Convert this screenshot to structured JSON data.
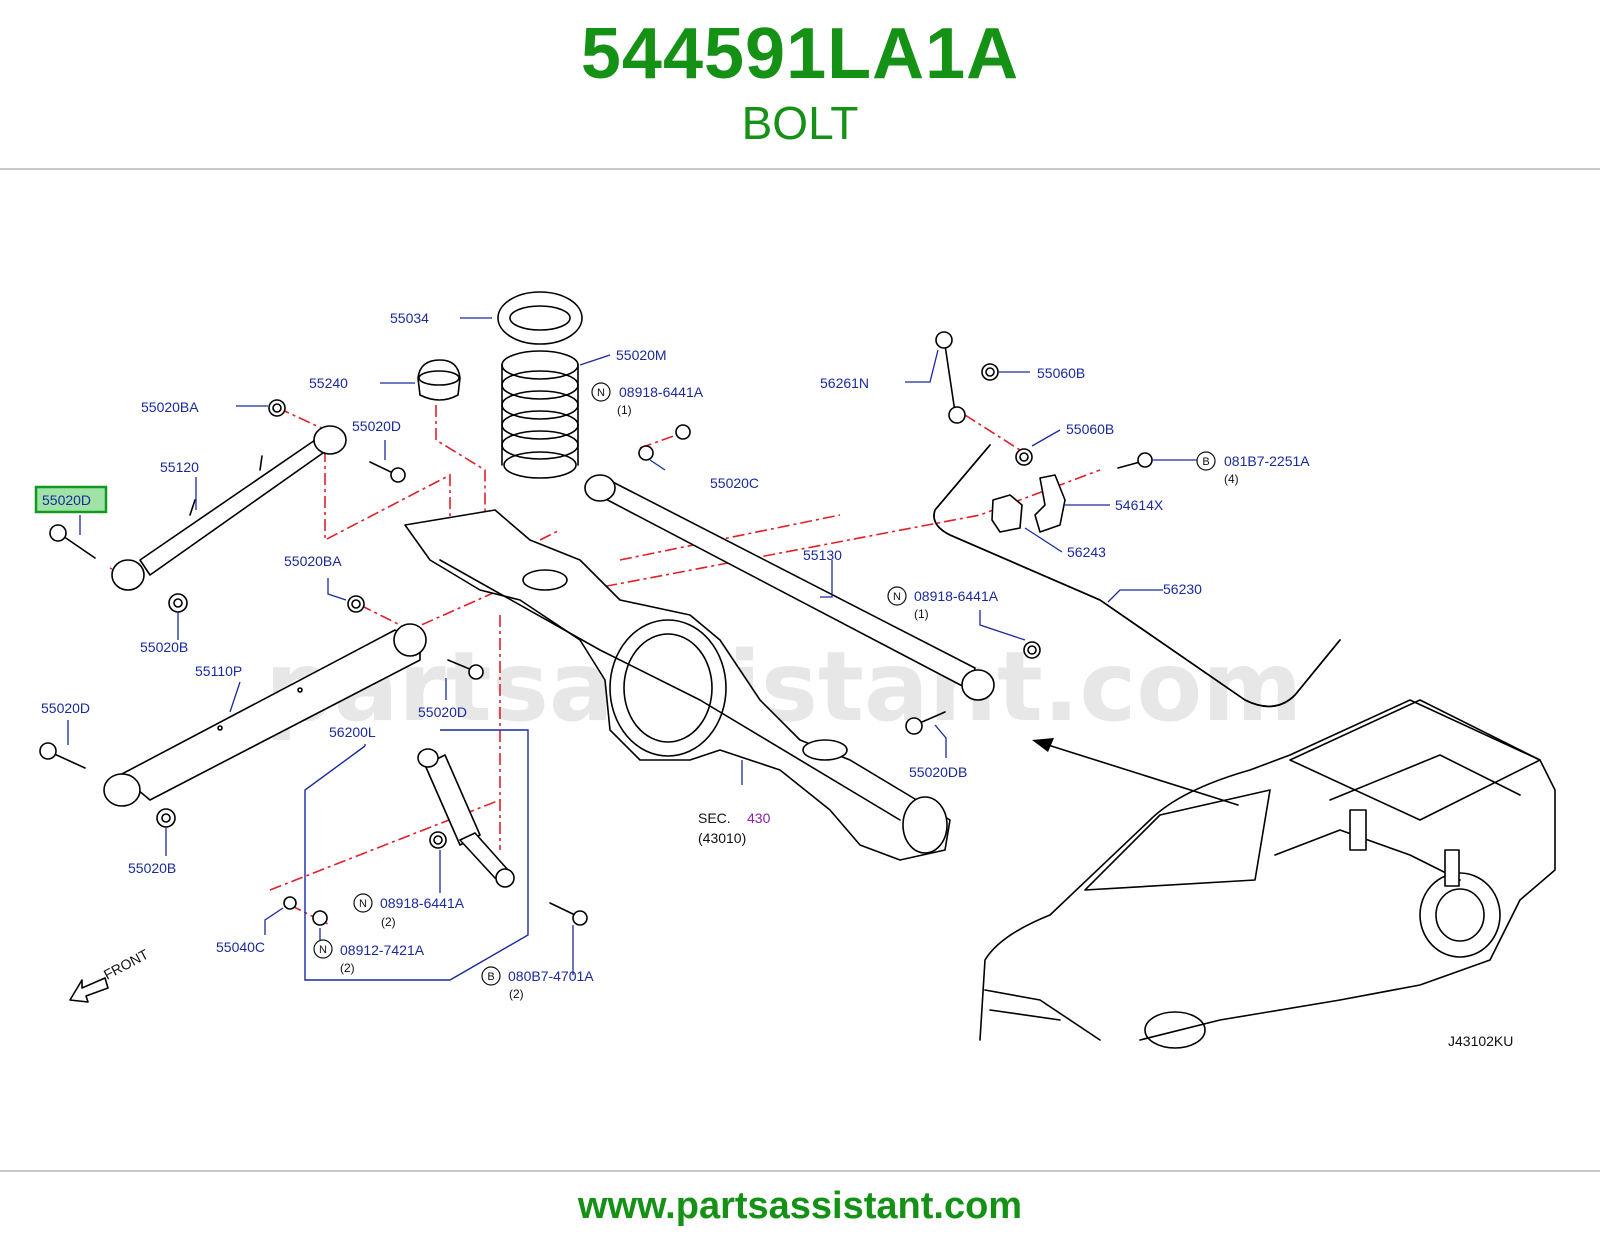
{
  "header": {
    "part_number": "544591LA1A",
    "part_name": "BOLT"
  },
  "footer": {
    "url": "www.partsassistant.com"
  },
  "diagram": {
    "watermark": "partsassistant.com",
    "diagram_code": "J43102KU",
    "front_label": "FRONT",
    "highlighted_callout": "55020D",
    "callouts": {
      "c55034": "55034",
      "c55020M": "55020M",
      "c55240": "55240",
      "c08918_top": "08918-6441A",
      "c08918_top_qty": "(1)",
      "c55020BA_top": "55020BA",
      "c55020D_upper": "55020D",
      "c55120": "55120",
      "c55020D_hl": "55020D",
      "c55020C": "55020C",
      "c55020B_upper": "55020B",
      "c55020BA_mid": "55020BA",
      "c55110P": "55110P",
      "c55020D_mid": "55020D",
      "c55020D_left": "55020D",
      "c56200L": "56200L",
      "c55020B_lower": "55020B",
      "c55040C": "55040C",
      "c08918_low": "08918-6441A",
      "c08918_low_qty": "(2)",
      "c08912": "08912-7421A",
      "c08912_qty": "(2)",
      "c080B7": "080B7-4701A",
      "c080B7_qty": "(2)",
      "c56261N": "56261N",
      "c55060B_top": "55060B",
      "c55060B_mid": "55060B",
      "c081B7": "081B7-2251A",
      "c081B7_qty": "(4)",
      "c54614X": "54614X",
      "c56243": "56243",
      "c55130": "55130",
      "c56230": "56230",
      "c08918_right": "08918-6441A",
      "c08918_right_qty": "(1)",
      "c55020DB": "55020DB",
      "sec_prefix": "SEC.",
      "sec_num": "430",
      "sec_sub": "(43010)"
    },
    "symbols": {
      "N": "N",
      "B": "B"
    }
  }
}
